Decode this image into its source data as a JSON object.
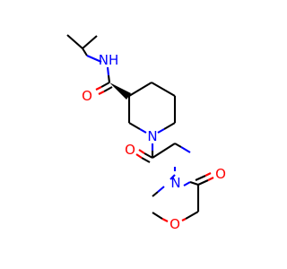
{
  "colors": {
    "carbon_bond": "#000000",
    "nitrogen": "#0000ff",
    "oxygen": "#ff0000",
    "background": "#ffffff"
  },
  "atoms": {
    "amide_nh": {
      "text": "NH",
      "element": "N"
    },
    "amide_o": {
      "text": "O",
      "element": "O"
    },
    "ring_n": {
      "text": "N",
      "element": "N"
    },
    "acyl_o": {
      "text": "O",
      "element": "O"
    },
    "methyl_n": {
      "text": "N",
      "element": "N"
    },
    "acetyl_o": {
      "text": "O",
      "element": "O"
    },
    "methoxy_o": {
      "text": "O",
      "element": "O"
    }
  }
}
